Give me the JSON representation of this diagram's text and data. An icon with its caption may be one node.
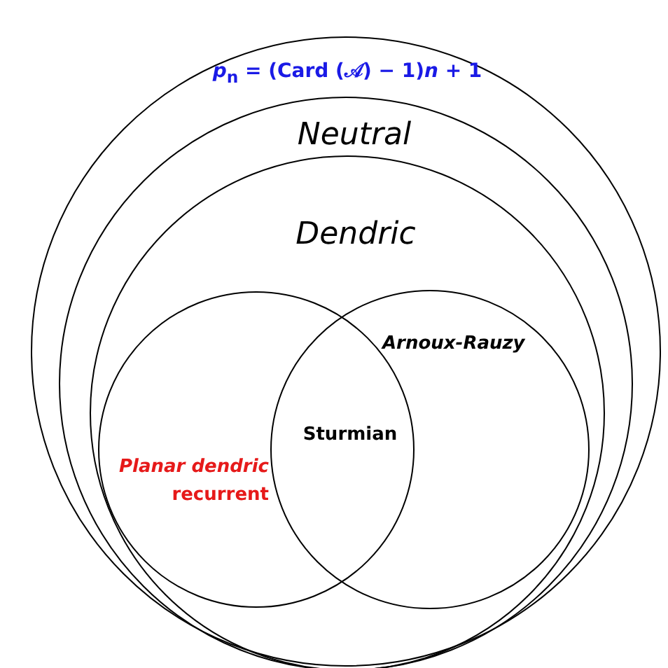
{
  "diagram": {
    "nodes": [
      {
        "text": [
          "*p*$_{n}$ = (Card (𝒜) − 1)*n* + 1"
        ]
      },
      {
        "text": [
          "Neutral"
        ],
        "in": 0
      },
      {
        "text": [
          "Dendric"
        ],
        "in": 1
      },
      {
        "text": [
          "*Planar dendric* recurrent"
        ],
        "in": 2
      },
      {
        "text": [
          "Arnoux-Rauzy"
        ],
        "in": 2
      }
    ],
    "edges": [],
    "labels": [
      "Sturmian"
    ]
  }
}
